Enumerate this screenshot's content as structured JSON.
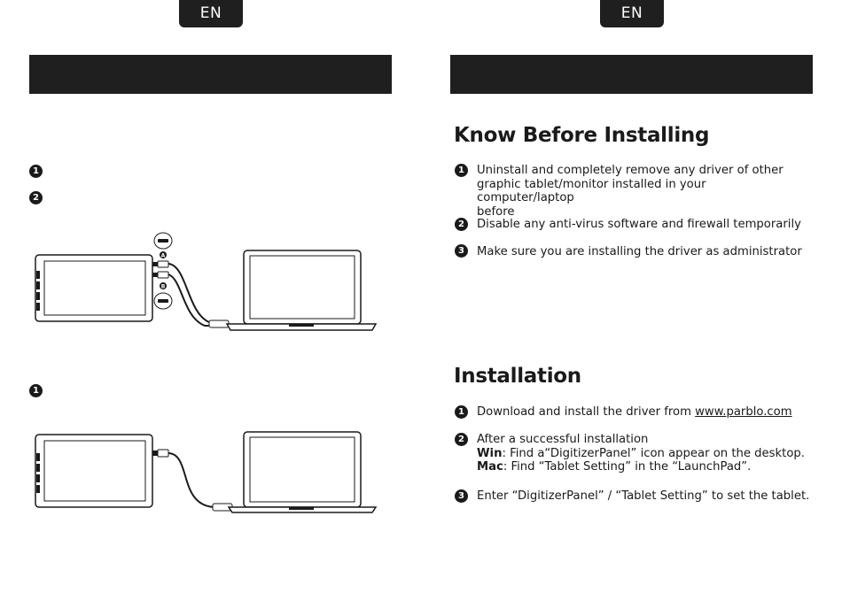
{
  "header": {
    "lang_left": "EN",
    "lang_right": "EN"
  },
  "left": {
    "markers": [
      "1",
      "2",
      "1"
    ]
  },
  "right": {
    "know_before": {
      "title": "Know Before Installing",
      "items": [
        {
          "num": "1",
          "lines": [
            "Uninstall and completely remove any driver of other",
            "graphic tablet/monitor installed in your computer/laptop",
            "before"
          ]
        },
        {
          "num": "2",
          "lines": [
            "Disable any anti-virus software and firewall temporarily"
          ]
        },
        {
          "num": "3",
          "lines": [
            "Make sure you are installing the driver as administrator"
          ]
        }
      ]
    },
    "installation": {
      "title": "Installation",
      "step1": {
        "num": "1",
        "text": "Download and install the driver from ",
        "link": "www.parblo.com"
      },
      "step2": {
        "num": "2",
        "line1": "After a successful installation",
        "win_label": "Win",
        "win_text": ":  Find a“DigitizerPanel”  icon appear on  the desktop.",
        "mac_label": "Mac",
        "mac_text": ":  Find “Tablet Setting”  in the “LaunchPad”."
      },
      "step3": {
        "num": "3",
        "text": "Enter “DigitizerPanel” / “Tablet Setting”  to set the tablet."
      }
    }
  },
  "illustrations": {
    "connector_a": "A",
    "connector_b": "B"
  }
}
